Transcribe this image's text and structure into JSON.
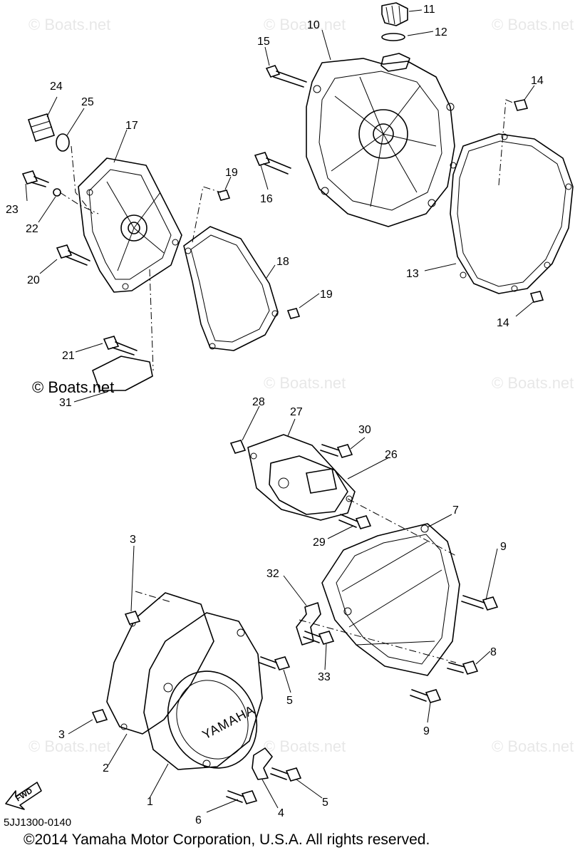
{
  "diagram": {
    "document_code": "5JJ1300-0140",
    "copyright": "©2014 Yamaha Motor Corporation, U.S.A. All rights reserved.",
    "watermark_primary": "© Boats.net",
    "watermark_faint": "© Boats.net",
    "cover_brand": "YAMAHA",
    "forward_label": "FWD",
    "callouts": [
      "1",
      "2",
      "3",
      "3",
      "4",
      "5",
      "5",
      "6",
      "7",
      "8",
      "9",
      "9",
      "10",
      "11",
      "12",
      "13",
      "14",
      "14",
      "15",
      "16",
      "17",
      "18",
      "19",
      "19",
      "20",
      "21",
      "22",
      "23",
      "24",
      "25",
      "26",
      "27",
      "28",
      "29",
      "30",
      "31",
      "32",
      "33"
    ]
  }
}
